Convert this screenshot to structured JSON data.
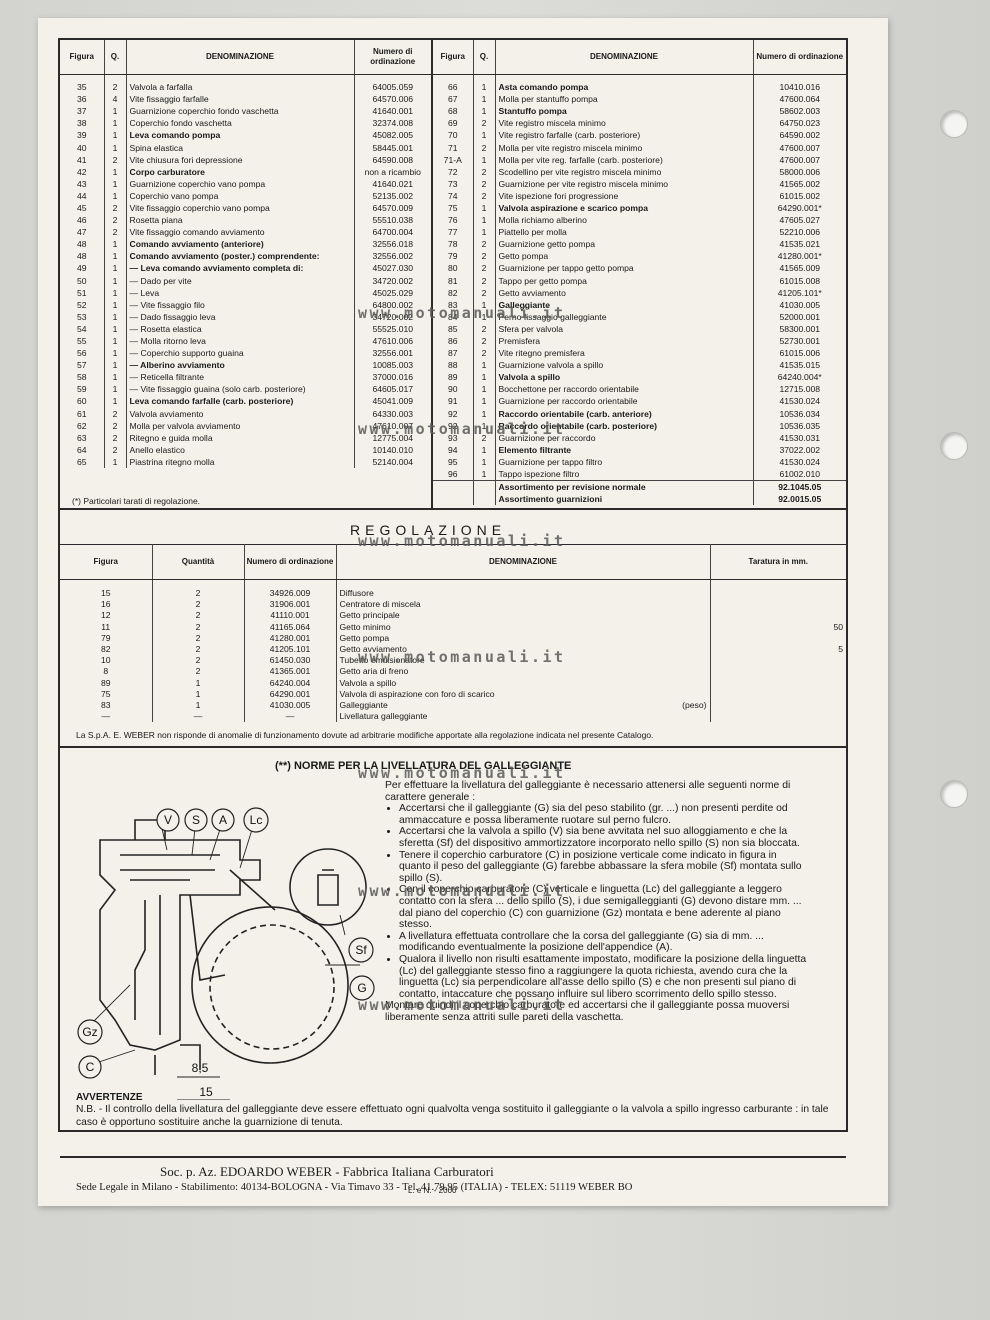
{
  "headers": {
    "figura": "Figura",
    "quantita": "Q.",
    "denominazione": "DENOMINAZIONE",
    "numero": "Numero di ordinazione"
  },
  "left_rows": [
    [
      "35",
      "2",
      "Valvola a farfalla",
      "64005.059"
    ],
    [
      "36",
      "4",
      "Vite fissaggio farfalle",
      "64570.006"
    ],
    [
      "37",
      "1",
      "Guarnizione coperchio fondo vaschetta",
      "41640.001"
    ],
    [
      "38",
      "1",
      "Coperchio fondo vaschetta",
      "32374.008"
    ],
    [
      "39",
      "1",
      "Leva comando pompa",
      "45082.005"
    ],
    [
      "40",
      "1",
      "Spina elastica",
      "58445.001"
    ],
    [
      "41",
      "2",
      "Vite chiusura fori depressione",
      "64590.008"
    ],
    [
      "42",
      "1",
      "Corpo carburatore",
      "non a ricambio"
    ],
    [
      "43",
      "1",
      "Guarnizione coperchio vano pompa",
      "41640.021"
    ],
    [
      "44",
      "1",
      "Coperchio vano pompa",
      "52135.002"
    ],
    [
      "45",
      "2",
      "Vite fissaggio coperchio vano pompa",
      "64570.009"
    ],
    [
      "46",
      "2",
      "Rosetta piana",
      "55510.038"
    ],
    [
      "47",
      "2",
      "Vite fissaggio comando avviamento",
      "64700.004"
    ],
    [
      "48",
      "1",
      "Comando avviamento (anteriore)",
      "32556.018"
    ],
    [
      "48",
      "1",
      "Comando avviamento (poster.) comprendente:",
      "32556.002"
    ],
    [
      "49",
      "1",
      "— Leva comando avviamento completa di:",
      "45027.030"
    ],
    [
      "50",
      "1",
      "— Dado per vite",
      "34720.002"
    ],
    [
      "51",
      "1",
      "— Leva",
      "45025.029"
    ],
    [
      "52",
      "1",
      "— Vite fissaggio filo",
      "64800.002"
    ],
    [
      "53",
      "1",
      "— Dado fissaggio leva",
      "34720.002"
    ],
    [
      "54",
      "1",
      "— Rosetta elastica",
      "55525.010"
    ],
    [
      "55",
      "1",
      "— Molla ritorno leva",
      "47610.006"
    ],
    [
      "56",
      "1",
      "— Coperchio supporto guaina",
      "32556.001"
    ],
    [
      "57",
      "1",
      "— Alberino avviamento",
      "10085.003"
    ],
    [
      "58",
      "1",
      "— Reticella filtrante",
      "37000.016"
    ],
    [
      "59",
      "1",
      "— Vite fissaggio guaina (solo carb. posteriore)",
      "64605.017"
    ],
    [
      "60",
      "1",
      "Leva comando farfalle (carb. posteriore)",
      "45041.009"
    ],
    [
      "61",
      "2",
      "Valvola avviamento",
      "64330.003"
    ],
    [
      "62",
      "2",
      "Molla per valvola avviamento",
      "47610.007"
    ],
    [
      "63",
      "2",
      "Ritegno e guida molla",
      "12775.004"
    ],
    [
      "64",
      "2",
      "Anello elastico",
      "10140.010"
    ],
    [
      "65",
      "1",
      "Piastrina ritegno molla",
      "52140.004"
    ]
  ],
  "left_bold": [
    4,
    7,
    13,
    14,
    15,
    23,
    26
  ],
  "right_rows": [
    [
      "66",
      "1",
      "Asta comando pompa",
      "10410.016"
    ],
    [
      "67",
      "1",
      "Molla per stantuffo pompa",
      "47600.064"
    ],
    [
      "68",
      "1",
      "Stantuffo pompa",
      "58602.003"
    ],
    [
      "69",
      "2",
      "Vite registro miscela minimo",
      "64750.023"
    ],
    [
      "70",
      "1",
      "Vite registro farfalle (carb. posteriore)",
      "64590.002"
    ],
    [
      "71",
      "2",
      "Molla per vite registro miscela minimo",
      "47600.007"
    ],
    [
      "71-A",
      "1",
      "Molla per vite reg. farfalle (carb. posteriore)",
      "47600.007"
    ],
    [
      "72",
      "2",
      "Scodellino per vite registro miscela minimo",
      "58000.006"
    ],
    [
      "73",
      "2",
      "Guarnizione per vite registro miscela minimo",
      "41565.002"
    ],
    [
      "74",
      "2",
      "Vite ispezione fori progressione",
      "61015.002"
    ],
    [
      "75",
      "1",
      "Valvola aspirazione e scarico pompa",
      "64290.001*"
    ],
    [
      "76",
      "1",
      "Molla richiamo alberino",
      "47605.027"
    ],
    [
      "77",
      "1",
      "Piattello per molla",
      "52210.006"
    ],
    [
      "78",
      "2",
      "Guarnizione getto pompa",
      "41535.021"
    ],
    [
      "79",
      "2",
      "Getto pompa",
      "41280.001*"
    ],
    [
      "80",
      "2",
      "Guarnizione per tappo getto pompa",
      "41565.009"
    ],
    [
      "81",
      "2",
      "Tappo per getto pompa",
      "61015.008"
    ],
    [
      "82",
      "2",
      "Getto avviamento",
      "41205.101*"
    ],
    [
      "83",
      "1",
      "Galleggiante",
      "41030.005"
    ],
    [
      "84",
      "1",
      "Perno fissaggio galleggiante",
      "52000.001"
    ],
    [
      "85",
      "2",
      "Sfera per valvola",
      "58300.001"
    ],
    [
      "86",
      "2",
      "Premisfera",
      "52730.001"
    ],
    [
      "87",
      "2",
      "Vite ritegno premisfera",
      "61015.006"
    ],
    [
      "88",
      "1",
      "Guarnizione valvola a spillo",
      "41535.015"
    ],
    [
      "89",
      "1",
      "Valvola a spillo",
      "64240.004*"
    ],
    [
      "90",
      "1",
      "Bocchettone per raccordo orientabile",
      "12715.008"
    ],
    [
      "91",
      "1",
      "Guarnizione per raccordo orientabile",
      "41530.024"
    ],
    [
      "92",
      "1",
      "Raccordo orientabile (carb. anteriore)",
      "10536.034"
    ],
    [
      "92",
      "1",
      "Raccordo orientabile (carb. posteriore)",
      "10536.035"
    ],
    [
      "93",
      "2",
      "Guarnizione per raccordo",
      "41530.031"
    ],
    [
      "94",
      "1",
      "Elemento filtrante",
      "37022.002"
    ],
    [
      "95",
      "1",
      "Guarnizione per tappo filtro",
      "41530.024"
    ],
    [
      "96",
      "1",
      "Tappo ispezione filtro",
      "61002.010"
    ]
  ],
  "right_bold": [
    0,
    2,
    10,
    18,
    24,
    27,
    28,
    30
  ],
  "assortimenti": [
    [
      "Assortimento per revisione normale",
      "92.1045.05"
    ],
    [
      "Assortimento guarnizioni",
      "92.0015.05"
    ]
  ],
  "note_tarati": "(*) Particolari tarati di regolazione.",
  "regolazione": {
    "title": "REGOLAZIONE",
    "headers": {
      "figura": "Figura",
      "quantita": "Quantità",
      "numero": "Numero di ordinazione",
      "denominazione": "DENOMINAZIONE",
      "taratura": "Taratura in mm."
    },
    "rows": [
      [
        "15",
        "2",
        "34926.009",
        "Diffusore",
        ""
      ],
      [
        "16",
        "2",
        "31906.001",
        "Centratore di miscela",
        ""
      ],
      [
        "12",
        "2",
        "41110.001",
        "Getto principale",
        ""
      ],
      [
        "11",
        "2",
        "41165.064",
        "Getto minimo",
        "50"
      ],
      [
        "79",
        "2",
        "41280.001",
        "Getto pompa",
        ""
      ],
      [
        "82",
        "2",
        "41205.101",
        "Getto avviamento",
        "5"
      ],
      [
        "10",
        "2",
        "61450.030",
        "Tubetto emulsionatore",
        ""
      ],
      [
        "8",
        "2",
        "41365.001",
        "Getto aria di freno",
        ""
      ],
      [
        "89",
        "1",
        "64240.004",
        "Valvola a spillo",
        ""
      ],
      [
        "75",
        "1",
        "64290.001",
        "Valvola di aspirazione con foro di scarico",
        ""
      ],
      [
        "83",
        "1",
        "41030.005",
        "Galleggiante",
        ""
      ],
      [
        "—",
        "—",
        "—",
        "Livellatura galleggiante",
        ""
      ]
    ],
    "peso": "(peso)",
    "disclaimer": "La S.p.A. E. WEBER non risponde di anomalie di funzionamento dovute ad arbitrarie modifiche apportate alla regolazione indicata nel presente Catalogo."
  },
  "watermark": "www.motomanuali.it",
  "norme": {
    "title": "(**) NORME PER LA LIVELLATURA DEL GALLEGGIANTE",
    "intro": "Per effettuare la livellatura del galleggiante è necessario attenersi alle seguenti norme di carattere generale :",
    "bullets": [
      "Accertarsi che il galleggiante (G) sia del peso stabilito (gr. ...) non presenti perdite od ammaccature e possa liberamente ruotare sul perno fulcro.",
      "Accertarsi che la valvola a spillo (V) sia bene avvitata nel suo alloggiamento e che la sferetta (Sf) del dispositivo ammortizzatore incorporato nello spillo (S) non sia bloccata.",
      "Tenere il coperchio carburatore (C) in posizione verticale come indicato in figura in quanto il peso del galleggiante (G) farebbe abbassare la sfera mobile (Sf) montata sullo spillo (S).",
      "Con il coperchio carburatore (C) verticale e linguetta (Lc) del galleggiante a leggero contatto con la sfera ... dello spillo (S), i due semigalleggianti (G) devono distare mm. ... dal piano del coperchio (C) con guarnizione (Gz) montata e bene aderente al piano stesso.",
      "A livellatura effettuata controllare che la corsa del galleggiante (G) sia di mm. ... modificando eventualmente la posizione dell'appendice (A).",
      "Qualora il livello non risulti esattamente impostato, modificare la posizione della linguetta (Lc) del galleggiante stesso fino a raggiungere la quota richiesta, avendo cura che la linguetta (Lc) sia perpendicolare all'asse dello spillo (S) e che non presenti sul piano di contatto, intaccature che possano influire sul libero scorrimento dello spillo stesso."
    ],
    "outro": "Montare quindi il coperchio carburatore ed accertarsi che il galleggiante possa muoversi liberamente senza attriti sulle pareti della vaschetta."
  },
  "diagram_labels": {
    "v": "V",
    "s": "S",
    "a": "A",
    "lc": "Lc",
    "sf": "Sf",
    "g": "G",
    "gz": "Gz",
    "c": "C",
    "dim1": "8,5",
    "dim2": "15"
  },
  "avvertenze": {
    "title": "AVVERTENZE",
    "text": "N.B. - Il controllo della livellatura del galleggiante deve essere effettuato ogni qualvolta venga sostituito il galleggiante o la valvola a spillo ingresso carburante : in tale caso è opportuno sostituire anche la guarnizione di tenuta."
  },
  "footer": {
    "company": "Soc. p. Az. EDOARDO WEBER - Fabbrica Italiana Carburatori",
    "address": "Sede Legale in Milano - Stabilimento: 40134-BOLOGNA - Via Timavo 33 - Tel. 41.79.95 (ITALIA) - TELEX: 51119 WEBER BO",
    "code": "L. e N. - 2000"
  }
}
